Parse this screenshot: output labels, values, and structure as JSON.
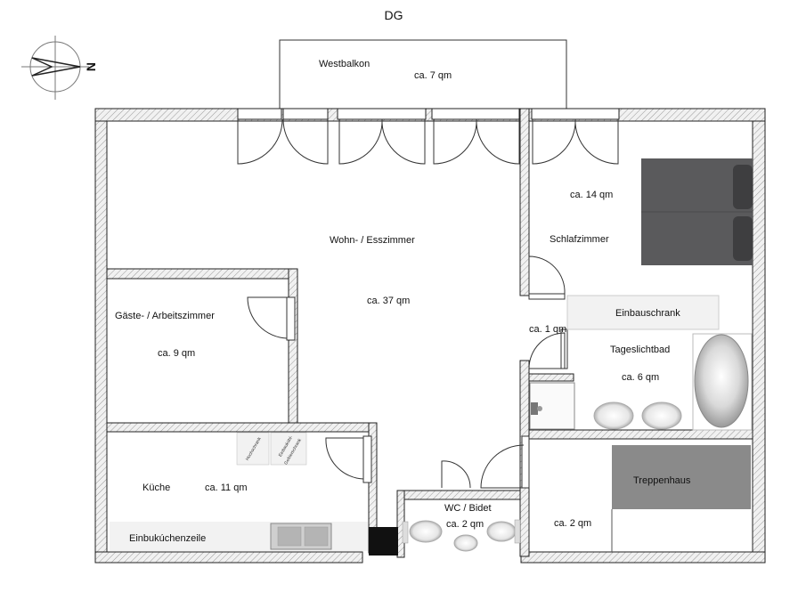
{
  "plan": {
    "floor_label": "DG",
    "compass_letter": "N",
    "colors": {
      "wall_fill": "#eeeeee",
      "wall_stroke": "#222222",
      "furniture_dark": "#5a5a5c",
      "fixture_light": "#f2f2f2"
    },
    "rooms": {
      "balcony": {
        "name": "Westbalkon",
        "area": "ca. 7 qm"
      },
      "living": {
        "name": "Wohn- / Esszimmer",
        "area": "ca. 37 qm"
      },
      "bedroom": {
        "name": "Schlafzimmer",
        "area": "ca. 14 qm"
      },
      "guest": {
        "name": "Gäste- / Arbeitszimmer",
        "area": "ca. 9 qm"
      },
      "hall": {
        "area": "ca. 1 qm"
      },
      "bath": {
        "name": "Tageslichtbad",
        "area": "ca. 6 qm"
      },
      "kitchen": {
        "name": "Küche",
        "area": "ca. 11 qm"
      },
      "wc": {
        "name": "WC / Bidet",
        "area": "ca. 2 qm"
      },
      "storage": {
        "area": "ca. 2 qm"
      }
    },
    "fixtures": {
      "wardrobe": "Einbauschrank",
      "kitchen_unit": "Einbukúchenzeile",
      "stairwell": "Treppenhaus",
      "tall_cabinet": "Hochschrank",
      "appliance_cabinet_1": "Einbaukühl-",
      "appliance_cabinet_2": "Gefrierschrank"
    }
  }
}
